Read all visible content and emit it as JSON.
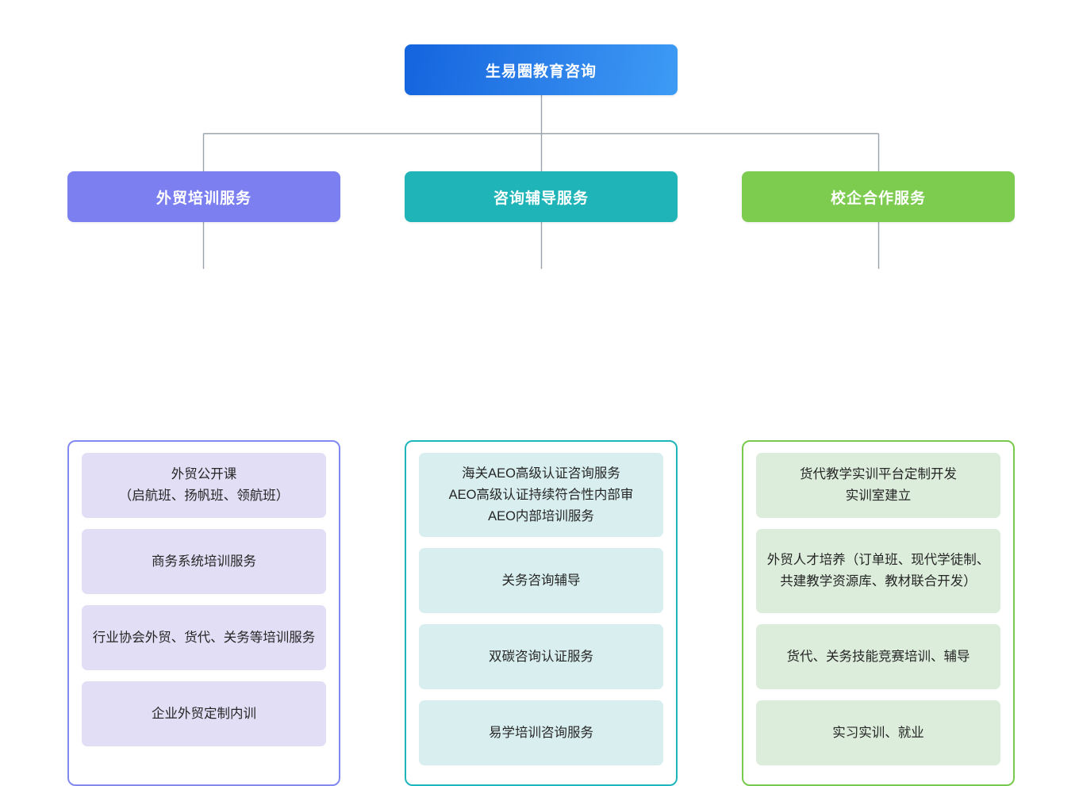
{
  "chart_data": {
    "type": "diagram",
    "diagram_type": "organization-tree",
    "title": "生易圈教育咨询",
    "root": {
      "label": "生易圈教育咨询",
      "color": "#2a7ee8"
    },
    "branches": [
      {
        "label": "外贸培训服务",
        "header_color": "#7B7FF0",
        "border_color": "#8289F0",
        "item_color": "#E2DEF5",
        "items": [
          "外贸公开课\n（启航班、扬帆班、领航班）",
          "商务系统培训服务",
          "行业协会外贸、货代、关务等培训服务",
          "企业外贸定制内训"
        ]
      },
      {
        "label": "咨询辅导服务",
        "header_color": "#1FB5B8",
        "border_color": "#1EB6BB",
        "item_color": "#D9EFEF",
        "items": [
          "海关AEO高级认证咨询服务\nAEO高级认证持续符合性内部审\nAEO内部培训服务",
          "关务咨询辅导",
          "双碳咨询认证服务",
          "易学培训咨询服务"
        ]
      },
      {
        "label": "校企合作服务",
        "header_color": "#7DCB4F",
        "border_color": "#79C94C",
        "item_color": "#DCEEDB",
        "items": [
          "货代教学实训平台定制开发\n实训室建立",
          "外贸人才培养（订单班、现代学徒制、共建教学资源库、教材联合开发）",
          "货代、关务技能竞赛培训、辅导",
          "实习实训、就业"
        ]
      }
    ],
    "connector_color": "#9aa3ad",
    "background": "#ffffff"
  }
}
